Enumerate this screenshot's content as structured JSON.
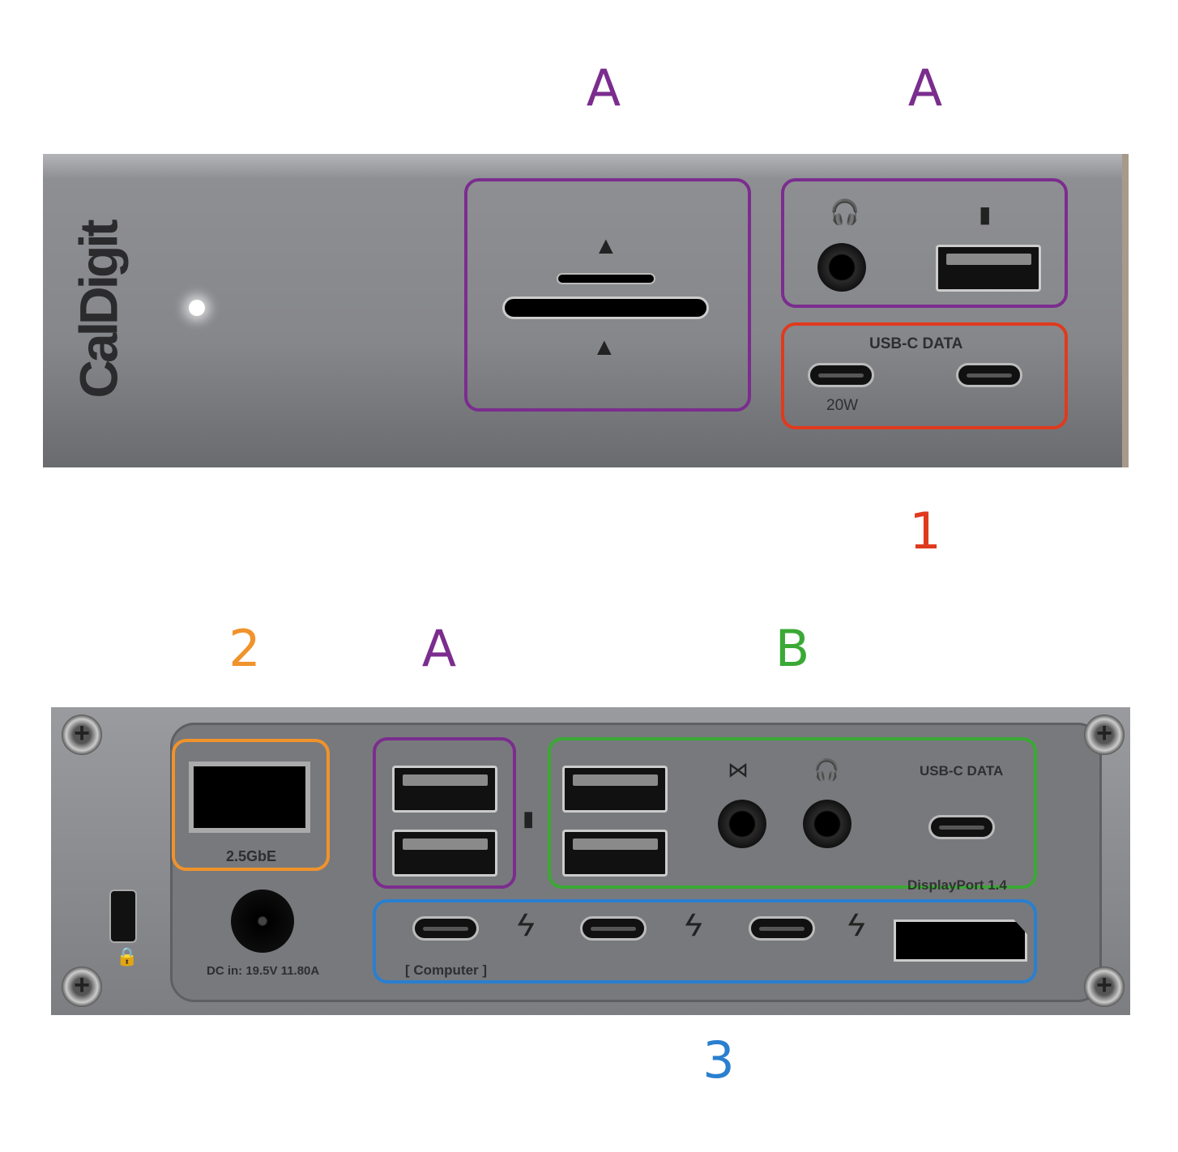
{
  "colors": {
    "A": "#7b2d8e",
    "B": "#3aa935",
    "1": "#e03a1e",
    "2": "#f0932b",
    "3": "#2a7fcf"
  },
  "labels": {
    "front_a1": "A",
    "front_a2": "A",
    "front_1": "1",
    "back_2": "2",
    "back_a": "A",
    "back_b": "B",
    "back_3": "3"
  },
  "front": {
    "brand": "CalDigit",
    "usb_c_data": "USB-C DATA",
    "power_20w": "20W"
  },
  "back": {
    "ethernet": "2.5GbE",
    "dc_in": "DC in: 19.5V  11.80A",
    "usb_c_data": "USB-C DATA",
    "computer": "[ Computer ]",
    "displayport": "DisplayPort 1.4"
  }
}
